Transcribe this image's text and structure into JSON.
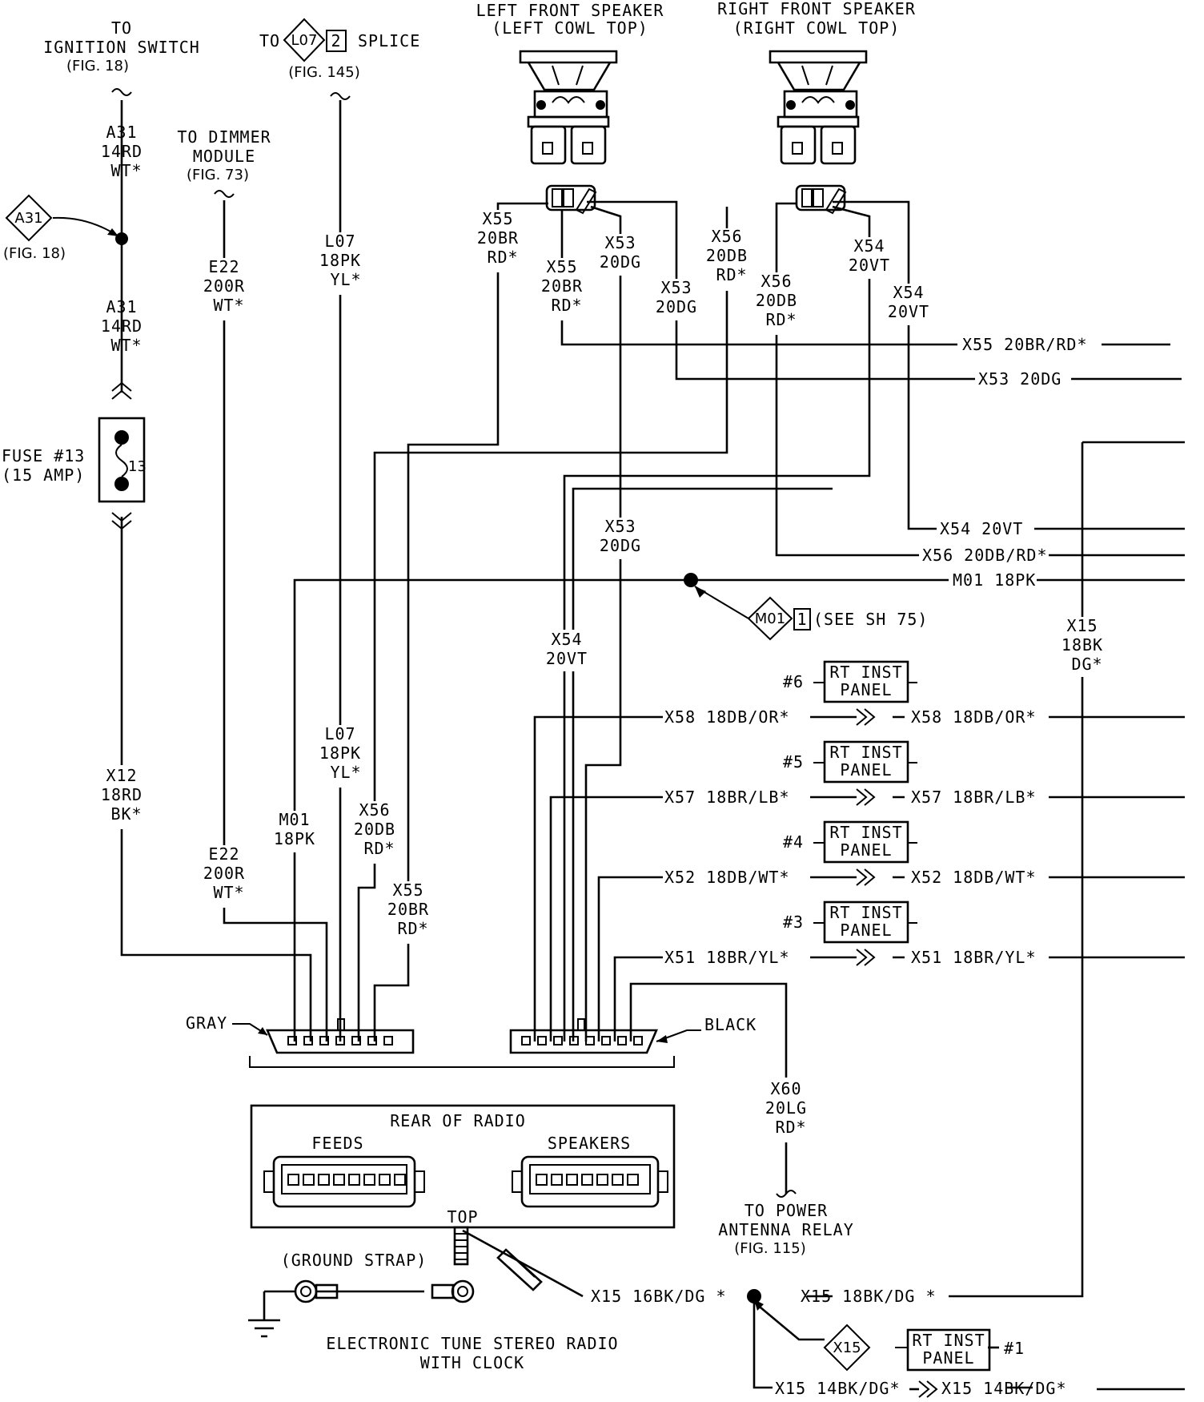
{
  "top_refs": {
    "ignition": [
      "TO",
      "IGNITION SWITCH",
      "(FIG. 18)"
    ],
    "l07_to": "TO",
    "l07_diamond": "L07",
    "l07_num": "2",
    "l07_splice": "SPLICE",
    "l07_fig": "(FIG. 145)",
    "dimmer": [
      "TO DIMMER",
      "MODULE",
      "(FIG. 73)"
    ],
    "lf_speaker": [
      "LEFT FRONT SPEAKER",
      "(LEFT COWL TOP)"
    ],
    "rf_speaker": [
      "RIGHT FRONT SPEAKER",
      "(RIGHT COWL TOP)"
    ]
  },
  "a31": {
    "diamond": "A31",
    "fig": "(FIG. 18)",
    "wire_top": [
      "A31",
      "14RD",
      "WT*"
    ],
    "wire_bottom": [
      "A31",
      "14RD",
      "WT*"
    ]
  },
  "fuse": {
    "label": [
      "FUSE #13",
      "(15 AMP)"
    ],
    "number": "13"
  },
  "left_wires": {
    "x12": [
      "X12",
      "18RD",
      "BK*"
    ],
    "e22_top": [
      "E22",
      "200R",
      "WT*"
    ],
    "e22_bottom": [
      "E22",
      "200R",
      "WT*"
    ],
    "l07_top": [
      "L07",
      "18PK",
      "YL*"
    ],
    "l07_bottom": [
      "L07",
      "18PK",
      "YL*"
    ],
    "m01": [
      "M01",
      "18PK"
    ],
    "x56": [
      "X56",
      "20DB",
      "RD*"
    ],
    "x55": [
      "X55",
      "20BR",
      "RD*"
    ]
  },
  "speaker_wires": {
    "lf_x55a": [
      "X55",
      "20BR",
      "RD*"
    ],
    "lf_x55b": [
      "X55",
      "20BR",
      "RD*"
    ],
    "lf_x53a": [
      "X53",
      "20DG"
    ],
    "lf_x53b": [
      "X53",
      "20DG"
    ],
    "rf_x56a": [
      "X56",
      "20DB",
      "RD*"
    ],
    "rf_x56b": [
      "X56",
      "20DB",
      "RD*"
    ],
    "rf_x54a": [
      "X54",
      "20VT"
    ],
    "rf_x54b": [
      "X54",
      "20VT"
    ],
    "mid_x53": [
      "X53",
      "20DG"
    ],
    "mid_x54": [
      "X54",
      "20VT"
    ]
  },
  "right_labels": {
    "x55": "X55 20BR/RD*",
    "x53": "X53 20DG",
    "x54": "X54 20VT",
    "x56": "X56 20DB/RD*",
    "m01": "M01 18PK",
    "x15_vert": [
      "X15",
      "18BK",
      "DG*"
    ]
  },
  "m01_ref": {
    "diamond": "M01",
    "num": "1",
    "text": "(SEE SH 75)"
  },
  "panel_connectors": [
    {
      "num": "#6",
      "label": [
        "RT INST",
        "PANEL"
      ],
      "wire_left": "X58 18DB/OR*",
      "wire_right": "X58 18DB/OR*"
    },
    {
      "num": "#5",
      "label": [
        "RT INST",
        "PANEL"
      ],
      "wire_left": "X57 18BR/LB*",
      "wire_right": "X57 18BR/LB*"
    },
    {
      "num": "#4",
      "label": [
        "RT INST",
        "PANEL"
      ],
      "wire_left": "X52 18DB/WT*",
      "wire_right": "X52 18DB/WT*"
    },
    {
      "num": "#3",
      "label": [
        "RT INST",
        "PANEL"
      ],
      "wire_left": "X51 18BR/YL*",
      "wire_right": "X51 18BR/YL*"
    }
  ],
  "connectors": {
    "gray": "GRAY",
    "black": "BLACK"
  },
  "antenna": {
    "wire": [
      "X60",
      "20LG",
      "RD*"
    ],
    "dest": [
      "TO POWER",
      "ANTENNA RELAY",
      "(FIG. 115)"
    ]
  },
  "radio": {
    "title": "REAR OF RADIO",
    "feeds": "FEEDS",
    "speakers": "SPEAKERS",
    "top": "TOP",
    "ground_strap": "(GROUND STRAP)",
    "name": [
      "ELECTRONIC TUNE STEREO RADIO",
      "WITH CLOCK"
    ]
  },
  "ground": {
    "x15_left": "X15 16BK/DG *",
    "x15_right": "X15 18BK/DG *",
    "x15_diamond": "X15",
    "panel1_label": [
      "RT INST",
      "PANEL"
    ],
    "panel1_num": "#1",
    "x15_bottom_left": "X15 14BK/DG*",
    "x15_bottom_right": "X15 14BK/DG*"
  }
}
